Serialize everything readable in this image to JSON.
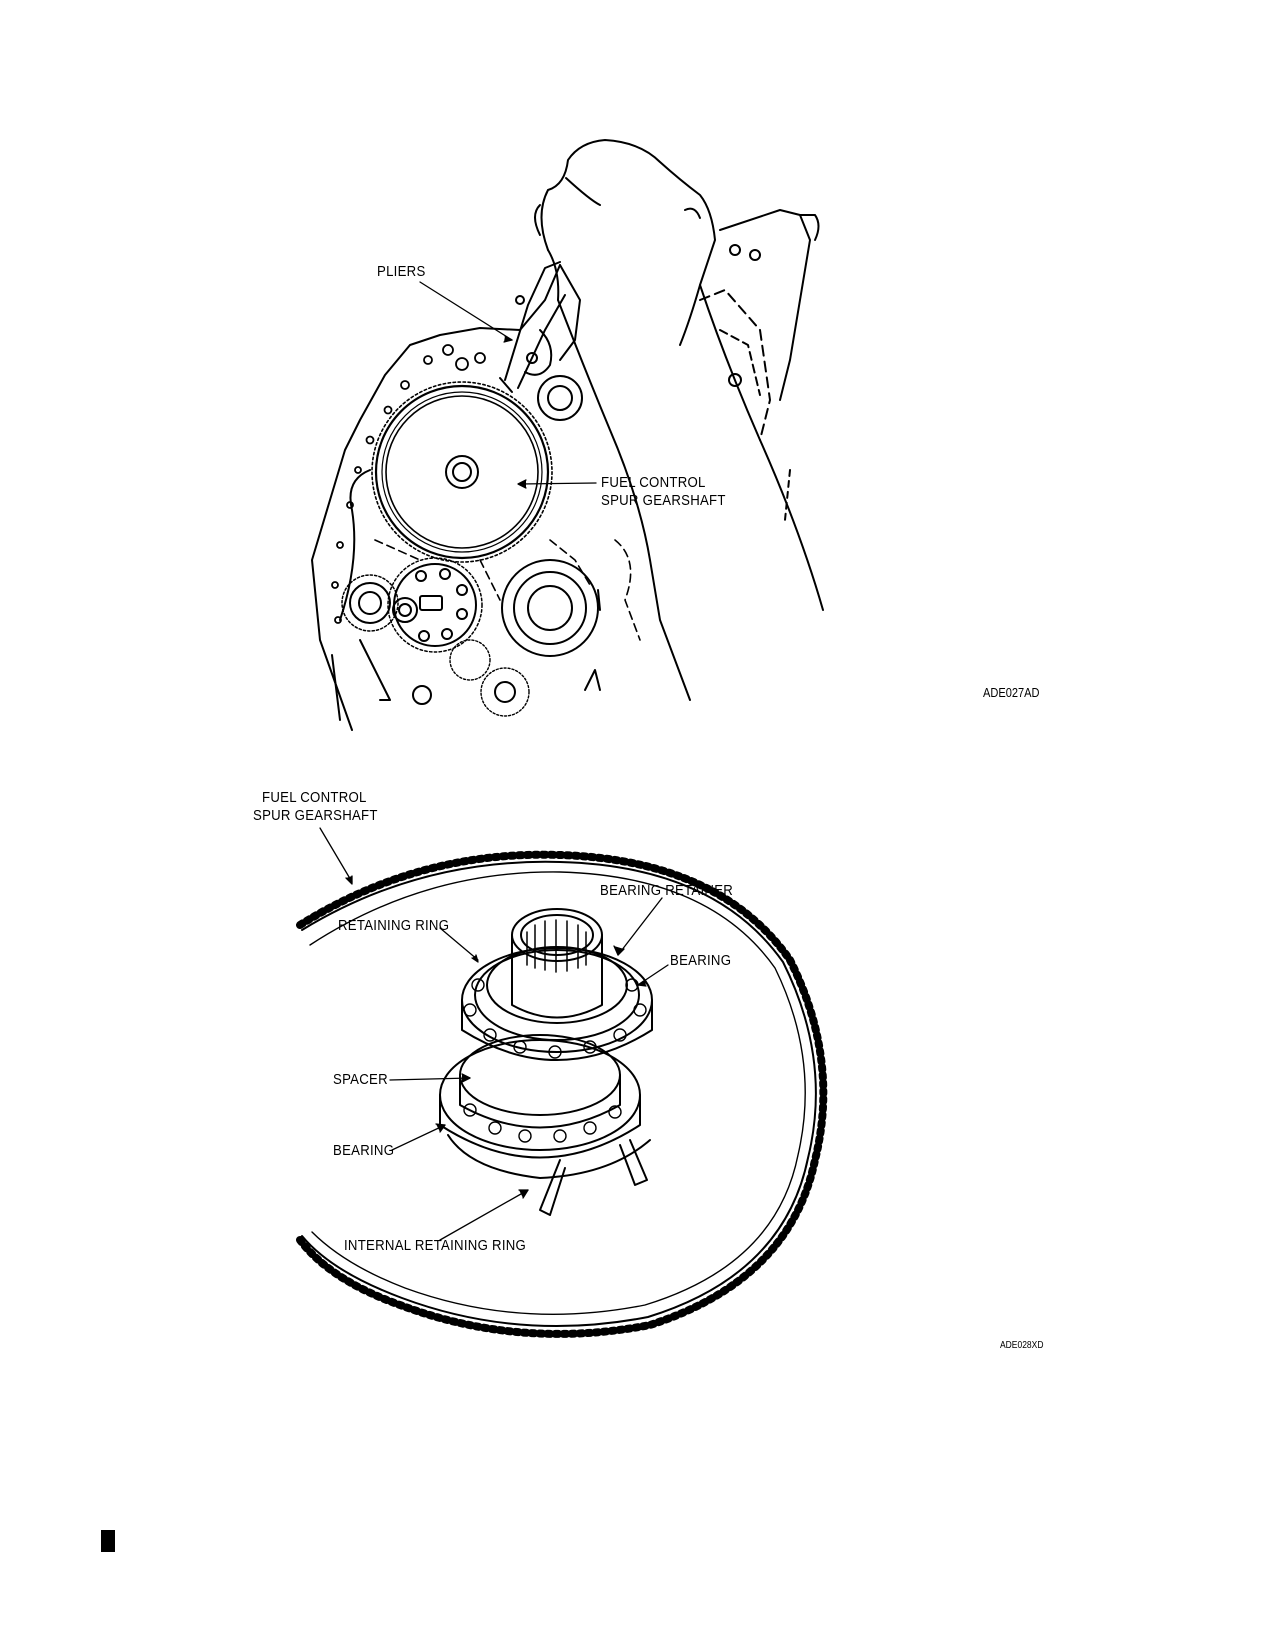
{
  "figure_top": {
    "labels": {
      "pliers": "PLIERS",
      "gearshaft_line1": "FUEL CONTROL",
      "gearshaft_line2": "SPUR GEARSHAFT"
    },
    "code": "ADE027AD"
  },
  "figure_bottom": {
    "labels": {
      "gearshaft_line1": "FUEL CONTROL",
      "gearshaft_line2": "SPUR GEARSHAFT",
      "bearing_retainer": "BEARING RETAINER",
      "retaining_ring": "RETAINING RING",
      "bearing_upper": "BEARING",
      "spacer": "SPACER",
      "bearing_lower": "BEARING",
      "internal_retaining_ring": "INTERNAL RETAINING RING"
    },
    "code": "ADE028XD"
  },
  "page_mark": "black-bar"
}
